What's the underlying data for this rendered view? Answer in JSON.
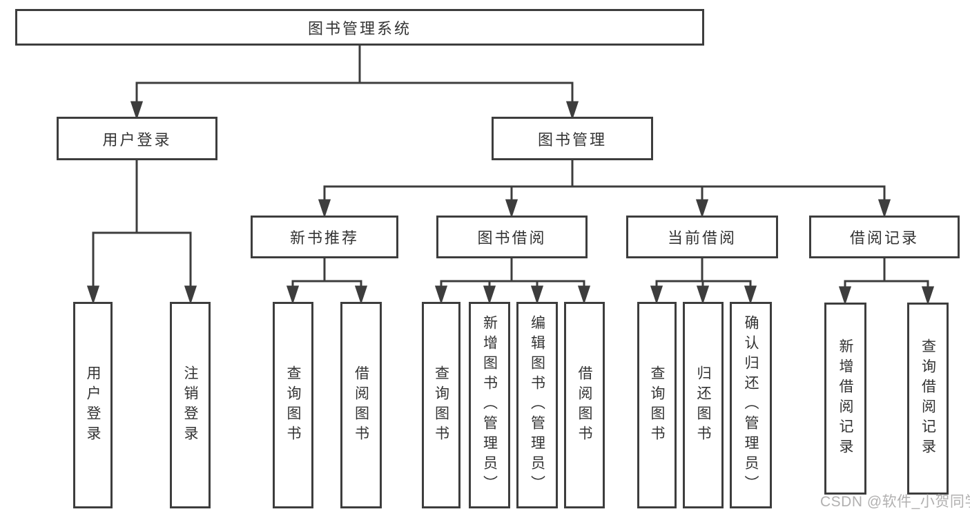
{
  "diagram": {
    "root": {
      "label": "图书管理系统"
    },
    "branches": [
      {
        "label": "用户登录",
        "children": [
          {
            "label": "用户登录"
          },
          {
            "label": "注销登录"
          }
        ]
      },
      {
        "label": "图书管理",
        "children": [
          {
            "label": "新书推荐",
            "children": [
              {
                "label": "查询图书"
              },
              {
                "label": "借阅图书"
              }
            ]
          },
          {
            "label": "图书借阅",
            "children": [
              {
                "label": "查询图书"
              },
              {
                "label": "新增图书（管理员）"
              },
              {
                "label": "编辑图书（管理员）"
              },
              {
                "label": "借阅图书"
              }
            ]
          },
          {
            "label": "当前借阅",
            "children": [
              {
                "label": "查询图书"
              },
              {
                "label": "归还图书"
              },
              {
                "label": "确认归还（管理员）"
              }
            ]
          },
          {
            "label": "借阅记录",
            "children": [
              {
                "label": "新增借阅记录"
              },
              {
                "label": "查询借阅记录"
              }
            ]
          }
        ]
      }
    ]
  },
  "watermark": {
    "text": "CSDN @软件_小贺同学"
  },
  "colors": {
    "line": "#3d3d3d",
    "box_border": "#3d3d3d",
    "box_background": "#ffffff",
    "text": "#333333",
    "watermark": "#b1b0b0",
    "page_background": "#ffffff"
  }
}
